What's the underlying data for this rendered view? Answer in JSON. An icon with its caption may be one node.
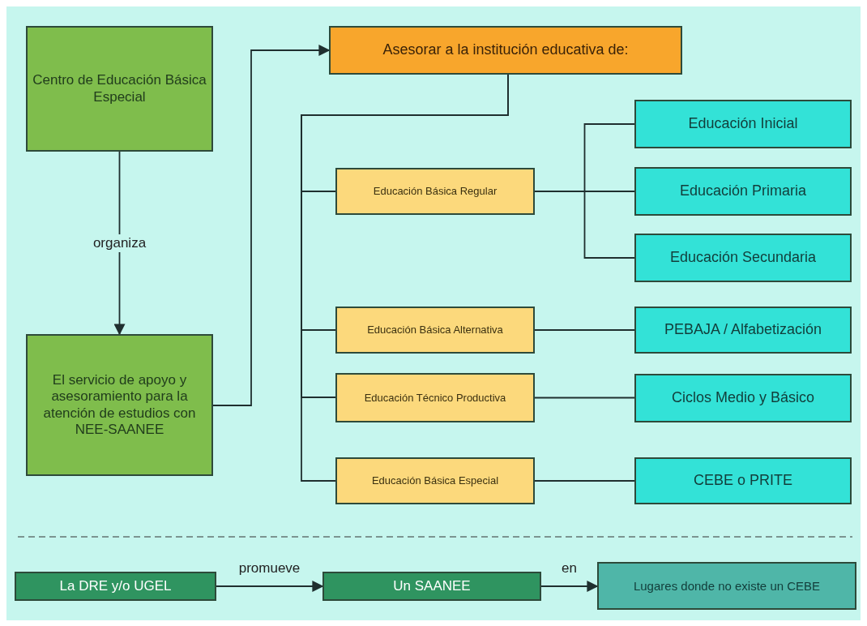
{
  "diagram": {
    "nodes": [
      {
        "text": [
          "Centro de Educación Básica Especial"
        ]
      },
      {
        "text": [
          "El servicio de apoyo y asesoramiento para la atención de estudios con NEE-SAANEE"
        ]
      },
      {
        "text": [
          "Asesorar a la institución educativa de:"
        ]
      },
      {
        "text": [
          "Educación Básica Regular"
        ]
      },
      {
        "text": [
          "Educación Básica Alternativa"
        ]
      },
      {
        "text": [
          "Educación Técnico Productiva"
        ]
      },
      {
        "text": [
          "Educación Básica Especial"
        ]
      },
      {
        "text": [
          "Educación Inicial"
        ]
      },
      {
        "text": [
          "Educación Primaria"
        ]
      },
      {
        "text": [
          "Educación Secundaria"
        ]
      },
      {
        "text": [
          "PEBAJA / Alfabetización"
        ]
      },
      {
        "text": [
          "Ciclos Medio y Básico"
        ]
      },
      {
        "text": [
          "CEBE o PRITE"
        ]
      },
      {
        "text": [
          "La DRE y/o UGEL"
        ]
      },
      {
        "text": [
          "Un SAANEE"
        ]
      },
      {
        "text": [
          "Lugares donde no existe un CEBE"
        ]
      }
    ],
    "edges": [
      {
        "from": 0,
        "to": 1,
        "arrow": "to",
        "label": "organiza"
      },
      {
        "from": 1,
        "to": 2,
        "arrow": "to"
      },
      {
        "from": 2,
        "to": 3,
        "arrow": "none"
      },
      {
        "from": 2,
        "to": 4,
        "arrow": "none"
      },
      {
        "from": 2,
        "to": 5,
        "arrow": "none"
      },
      {
        "from": 2,
        "to": 6,
        "arrow": "none"
      },
      {
        "from": 3,
        "to": 7,
        "arrow": "none"
      },
      {
        "from": 3,
        "to": 8,
        "arrow": "none"
      },
      {
        "from": 3,
        "to": 9,
        "arrow": "none"
      },
      {
        "from": 4,
        "to": 10,
        "arrow": "none"
      },
      {
        "from": 5,
        "to": 11,
        "arrow": "none"
      },
      {
        "from": 6,
        "to": 12,
        "arrow": "none"
      },
      {
        "from": 13,
        "to": 14,
        "arrow": "to",
        "label": "promueve"
      },
      {
        "from": 14,
        "to": 15,
        "arrow": "to",
        "label": "en"
      }
    ]
  }
}
